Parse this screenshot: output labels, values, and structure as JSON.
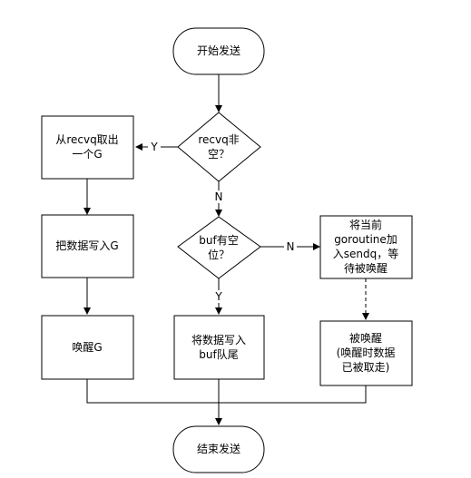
{
  "nodes": {
    "start": [
      "开始发送"
    ],
    "recvq_check": [
      "recvq非",
      "空？"
    ],
    "take_from_recvq": [
      "从recvq取出",
      "一个G"
    ],
    "write_to_g": [
      "把数据写入G"
    ],
    "wake_g": [
      "唤醒G"
    ],
    "buf_check": [
      "buf有空",
      "位？"
    ],
    "write_to_buf": [
      "将数据写入",
      "buf队尾"
    ],
    "join_sendq": [
      "将当前",
      "goroutine加",
      "入sendq，等",
      "待被唤醒"
    ],
    "woken": [
      "被唤醒",
      "(唤醒时数据",
      "已被取走)"
    ],
    "end": [
      "结束发送"
    ]
  },
  "edge_labels": {
    "recvq_yes": "Y",
    "recvq_no": "N",
    "buf_yes": "Y",
    "buf_no": "N"
  }
}
